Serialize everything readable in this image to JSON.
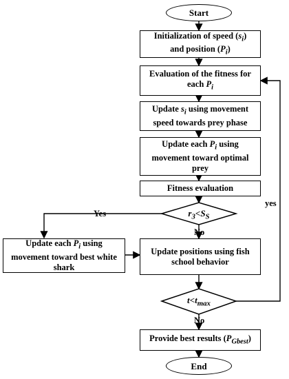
{
  "terminals": {
    "start": "Start",
    "end": "End"
  },
  "steps": {
    "init": [
      "Initialization of speed (",
      "s",
      "i",
      ")",
      "and position (",
      "P",
      "i",
      ")"
    ],
    "eval": [
      "Evaluation of the fitness for",
      "each ",
      "P",
      "i"
    ],
    "update_speed": [
      "Update ",
      "s",
      "i",
      " using movement",
      "speed towards prey phase"
    ],
    "update_pos_prey": [
      "Update each ",
      "P",
      "i",
      " using",
      "movement toward optimal",
      "prey"
    ],
    "fitness": "Fitness evaluation",
    "update_pos_shark": [
      "Update each ",
      "P",
      "i",
      " using",
      "movement toward best white",
      "shark"
    ],
    "fish_school": [
      "Update positions using fish",
      "school behavior"
    ],
    "best": [
      "Provide best results (",
      "P",
      "Gbest",
      ")"
    ]
  },
  "decisions": {
    "r3": {
      "var": "r",
      "sub": "3",
      "op": "<",
      "var2": "S",
      "sub2": "S"
    },
    "tmax": {
      "var": "t",
      "op": "<",
      "var2": "t",
      "sub2": "max"
    }
  },
  "edge_labels": {
    "yes_left": "Yes",
    "no_1": "No",
    "no_2": "No",
    "yes_loop": "yes"
  }
}
